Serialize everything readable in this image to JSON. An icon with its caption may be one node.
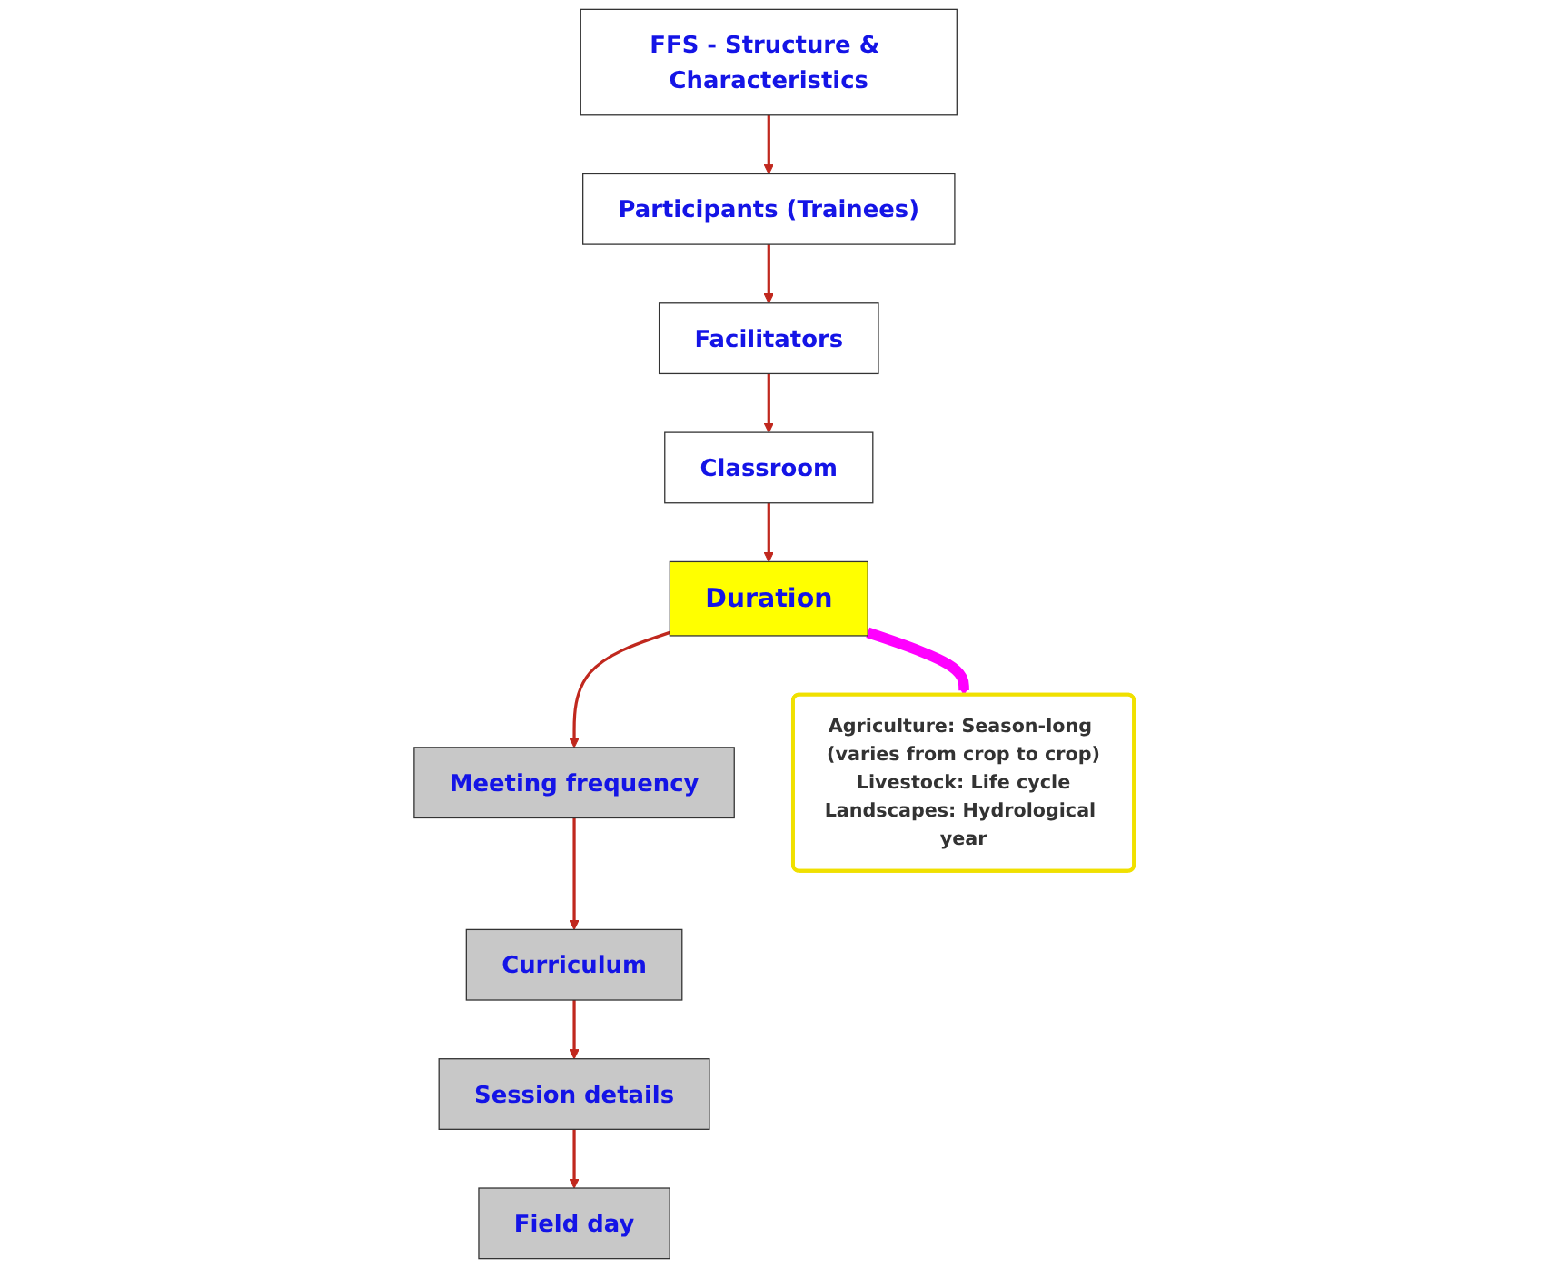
{
  "diagram": {
    "nodes": [
      {
        "text": [
          "FFS - Structure & Characteristics"
        ]
      },
      {
        "text": [
          "Participants (Trainees)"
        ]
      },
      {
        "text": [
          "Facilitators"
        ]
      },
      {
        "text": [
          "Classroom"
        ]
      },
      {
        "text": [
          "Duration"
        ]
      },
      {
        "text": [
          "Meeting frequency"
        ]
      },
      {
        "text": [
          "Curriculum"
        ]
      },
      {
        "text": [
          "Session details"
        ]
      },
      {
        "text": [
          "Field day"
        ]
      },
      {
        "text": [
          "Agriculture: Season-long (varies from crop to crop)",
          "Livestock: Life cycle",
          "Landscapes: Hydrological year"
        ]
      }
    ],
    "edges": [
      {
        "from": 0,
        "to": 1,
        "arrow": "to"
      },
      {
        "from": 1,
        "to": 2,
        "arrow": "to"
      },
      {
        "from": 2,
        "to": 3,
        "arrow": "to"
      },
      {
        "from": 3,
        "to": 4,
        "arrow": "to"
      },
      {
        "from": 4,
        "to": 5,
        "arrow": "to"
      },
      {
        "from": 5,
        "to": 6,
        "arrow": "to"
      },
      {
        "from": 6,
        "to": 7,
        "arrow": "to"
      },
      {
        "from": 7,
        "to": 8,
        "arrow": "to"
      },
      {
        "from": 4,
        "to": 9,
        "arrow": "to",
        "style": "thick",
        "color": "#ff00ff"
      }
    ]
  }
}
